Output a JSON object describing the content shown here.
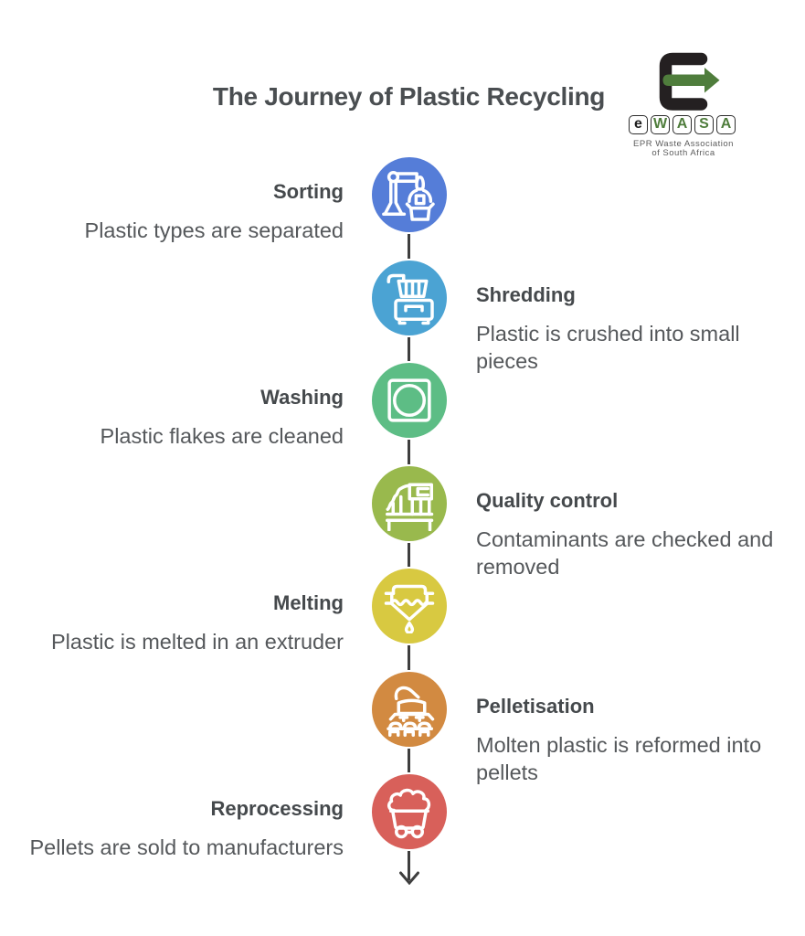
{
  "title": "The Journey of Plastic Recycling",
  "logo": {
    "letters": [
      "e",
      "W",
      "A",
      "S",
      "A"
    ],
    "letter_colors": [
      "#1f1f1f",
      "#4f7d3c",
      "#4f7d3c",
      "#4f7d3c",
      "#4f7d3c"
    ],
    "org_line1": "EPR Waste Association",
    "org_line2": "of South Africa",
    "mark_dark_color": "#242021",
    "mark_green_color": "#4f7d3c"
  },
  "timeline": {
    "line_color": "#3e3e3e",
    "icon_stroke_color": "#ffffff"
  },
  "steps": [
    {
      "title": "Sorting",
      "description": "Plastic types are separated",
      "side": "left",
      "color": "#557dd8",
      "icon": "manual-sorting-icon"
    },
    {
      "title": "Shredding",
      "description": "Plastic is crushed into small pieces",
      "side": "right",
      "color": "#4ba3d3",
      "icon": "shredder-icon"
    },
    {
      "title": "Washing",
      "description": "Plastic flakes are cleaned",
      "side": "left",
      "color": "#5dbd85",
      "icon": "washing-machine-icon"
    },
    {
      "title": "Quality control",
      "description": "Contaminants are checked and removed",
      "side": "right",
      "color": "#99b94d",
      "icon": "inspection-machine-icon"
    },
    {
      "title": "Melting",
      "description": "Plastic is melted in an extruder",
      "side": "left",
      "color": "#d8c941",
      "icon": "melting-funnel-icon"
    },
    {
      "title": "Pelletisation",
      "description": "Molten plastic is reformed into pellets",
      "side": "right",
      "color": "#d28a41",
      "icon": "pelletiser-icon"
    },
    {
      "title": "Reprocessing",
      "description": "Pellets are sold to manufacturers",
      "side": "left",
      "color": "#d8605a",
      "icon": "mine-cart-icon"
    }
  ]
}
